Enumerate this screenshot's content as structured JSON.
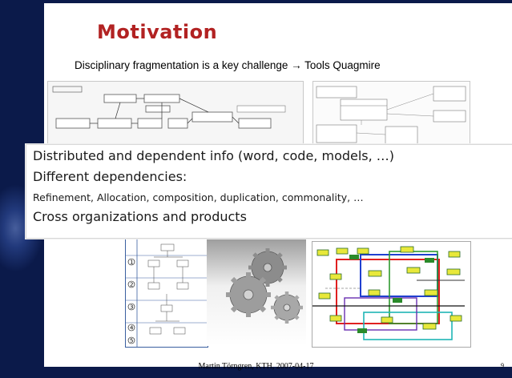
{
  "slide": {
    "title": "Motivation",
    "subtitle": "Disciplinary fragmentation is a key challenge → Tools Quagmire",
    "callout": {
      "line1": "Distributed and dependent info (word, code, models, …)",
      "line2": "Different dependencies:",
      "line3": "Refinement, Allocation, composition, duplication, commonality, …",
      "line4": "Cross organizations and products"
    },
    "footer": "Martin Törngren, KTH, 2007-04-17",
    "page_number": "9"
  },
  "images": [
    {
      "name": "functional-block-diagram-image"
    },
    {
      "name": "class-diagram-image"
    },
    {
      "name": "process-flowchart-image",
      "steps": [
        "1",
        "2",
        "3",
        "4",
        "5"
      ]
    },
    {
      "name": "gears-image"
    },
    {
      "name": "simulink-model-image"
    }
  ],
  "colors": {
    "background": "#0b1a4a",
    "title": "#b22222",
    "text": "#1a1a1a"
  }
}
